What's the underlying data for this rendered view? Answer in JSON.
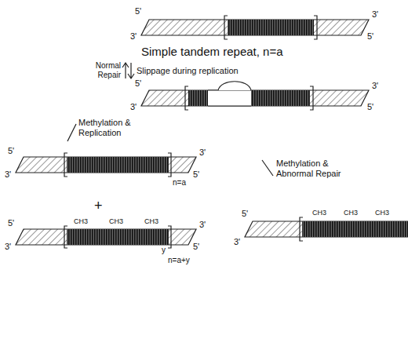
{
  "diagram": {
    "labels": [
      "5'",
      "3'",
      "3'",
      "5'",
      "Simple tandem repeat, n=a",
      "Normal Repair",
      "Slippage during replication",
      "5'",
      "3'",
      "3'",
      "5'",
      "Methylation & Replication",
      "Methylation & Abnormal Repair",
      "5'",
      "3'",
      "3'",
      "5'",
      "n=a",
      "+",
      "CH3",
      "CH3",
      "CH3",
      "5'",
      "3'",
      "3'",
      "5'",
      "y",
      "n=a+y",
      "5'",
      "3'",
      "CH3",
      "CH3",
      "CH3"
    ]
  }
}
